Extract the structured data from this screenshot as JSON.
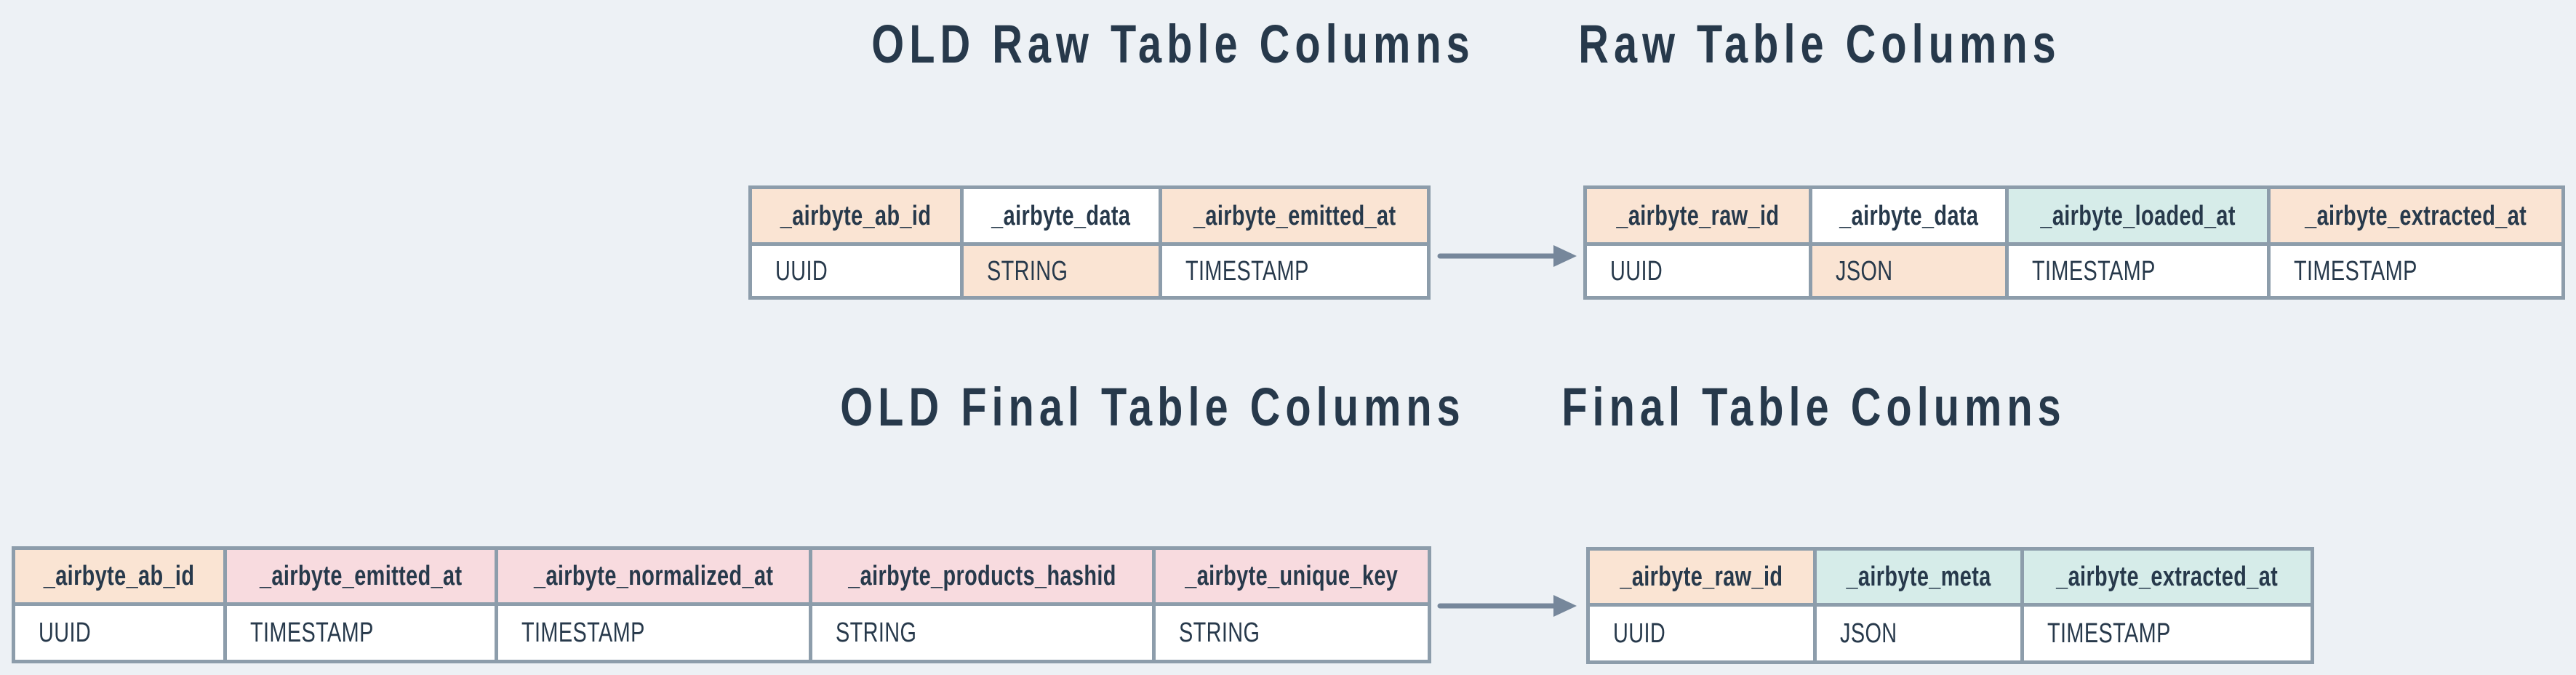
{
  "palette": {
    "background": "#edf1f5",
    "cell_white": "#ffffff",
    "peach": "#fae4d3",
    "pink": "#f8dbdf",
    "teal": "#d6ece9",
    "table_border": "#8d9dab",
    "arrow": "#76879b",
    "text": "#27394b"
  },
  "titles": {
    "old_raw": "OLD Raw Table Columns",
    "raw": "Raw Table Columns",
    "old_final": "OLD Final Table Columns",
    "final": "Final Table Columns"
  },
  "tables": {
    "old_raw": {
      "columns": [
        {
          "name": "_airbyte_ab_id",
          "type": "UUID",
          "name_bg": "peach",
          "type_bg": "cell_white"
        },
        {
          "name": "_airbyte_data",
          "type": "STRING",
          "name_bg": "cell_white",
          "type_bg": "peach"
        },
        {
          "name": "_airbyte_emitted_at",
          "type": "TIMESTAMP",
          "name_bg": "peach",
          "type_bg": "cell_white"
        }
      ]
    },
    "raw": {
      "columns": [
        {
          "name": "_airbyte_raw_id",
          "type": "UUID",
          "name_bg": "peach",
          "type_bg": "cell_white"
        },
        {
          "name": "_airbyte_data",
          "type": "JSON",
          "name_bg": "cell_white",
          "type_bg": "peach"
        },
        {
          "name": "_airbyte_loaded_at",
          "type": "TIMESTAMP",
          "name_bg": "teal",
          "type_bg": "cell_white"
        },
        {
          "name": "_airbyte_extracted_at",
          "type": "TIMESTAMP",
          "name_bg": "peach",
          "type_bg": "cell_white"
        }
      ]
    },
    "old_final": {
      "columns": [
        {
          "name": "_airbyte_ab_id",
          "type": "UUID",
          "name_bg": "peach",
          "type_bg": "cell_white"
        },
        {
          "name": "_airbyte_emitted_at",
          "type": "TIMESTAMP",
          "name_bg": "pink",
          "type_bg": "cell_white"
        },
        {
          "name": "_airbyte_normalized_at",
          "type": "TIMESTAMP",
          "name_bg": "pink",
          "type_bg": "cell_white"
        },
        {
          "name": "_airbyte_products_hashid",
          "type": "STRING",
          "name_bg": "pink",
          "type_bg": "cell_white"
        },
        {
          "name": "_airbyte_unique_key",
          "type": "STRING",
          "name_bg": "pink",
          "type_bg": "cell_white"
        }
      ]
    },
    "final": {
      "columns": [
        {
          "name": "_airbyte_raw_id",
          "type": "UUID",
          "name_bg": "peach",
          "type_bg": "cell_white"
        },
        {
          "name": "_airbyte_meta",
          "type": "JSON",
          "name_bg": "teal",
          "type_bg": "cell_white"
        },
        {
          "name": "_airbyte_extracted_at",
          "type": "TIMESTAMP",
          "name_bg": "teal",
          "type_bg": "cell_white"
        }
      ]
    }
  }
}
